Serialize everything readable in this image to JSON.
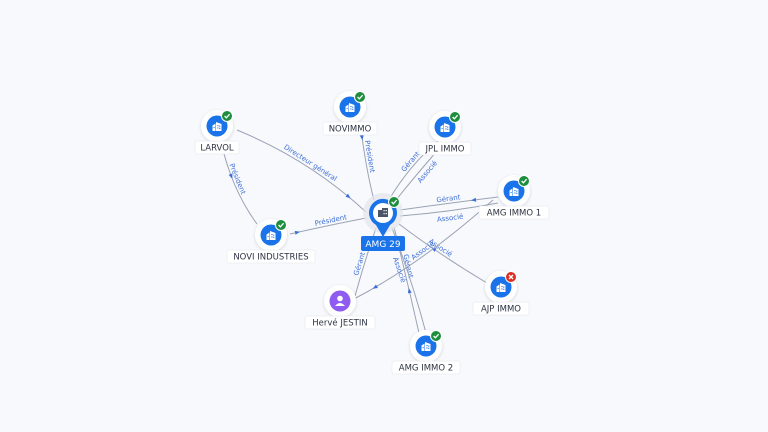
{
  "graph": {
    "center": {
      "label": "AMG 29",
      "icon": "building-icon",
      "status": "active"
    },
    "nodes": [
      {
        "id": "larvol",
        "label": "LARVOL",
        "icon": "building-icon",
        "status": "active"
      },
      {
        "id": "novimmo",
        "label": "NOVIMMO",
        "icon": "building-icon",
        "status": "active"
      },
      {
        "id": "jplimmo",
        "label": "JPL IMMO",
        "icon": "building-icon",
        "status": "active"
      },
      {
        "id": "amgimmo1",
        "label": "AMG IMMO 1",
        "icon": "building-icon",
        "status": "active"
      },
      {
        "id": "ajpimmo",
        "label": "AJP IMMO",
        "icon": "building-icon",
        "status": "closed"
      },
      {
        "id": "amgimmo2",
        "label": "AMG IMMO 2",
        "icon": "building-icon",
        "status": "active"
      },
      {
        "id": "herve",
        "label": "Hervé JESTIN",
        "icon": "person-icon",
        "status": "none"
      },
      {
        "id": "noviind",
        "label": "NOVI INDUSTRIES",
        "icon": "building-icon",
        "status": "active"
      }
    ],
    "edges": [
      {
        "from": "larvol",
        "to": "center",
        "label": "Directeur général"
      },
      {
        "from": "novimmo",
        "to": "center",
        "label": "Président"
      },
      {
        "from": "jplimmo",
        "to": "center",
        "label": "Gérant"
      },
      {
        "from": "jplimmo",
        "to": "center",
        "label": "Associé"
      },
      {
        "from": "amgimmo1",
        "to": "center",
        "label": "Gérant"
      },
      {
        "from": "amgimmo1",
        "to": "center",
        "label": "Associé"
      },
      {
        "from": "ajpimmo",
        "to": "center",
        "label": "Associé"
      },
      {
        "from": "amgimmo1",
        "to": "herve",
        "label": "Associé"
      },
      {
        "from": "amgimmo2",
        "to": "center",
        "label": "Gérant"
      },
      {
        "from": "amgimmo2",
        "to": "center",
        "label": "Associé"
      },
      {
        "from": "herve",
        "to": "center",
        "label": "Gérant"
      },
      {
        "from": "noviind",
        "to": "center",
        "label": "Président"
      },
      {
        "from": "larvol",
        "to": "noviind",
        "label": "Président"
      }
    ]
  },
  "colors": {
    "accent": "#1a73e8",
    "check_badge": "#1e8e3e",
    "closed_badge": "#d93025",
    "person": "#8e5cf0",
    "edge": "#9aa3b5",
    "edge_label": "#3e6fd8"
  }
}
